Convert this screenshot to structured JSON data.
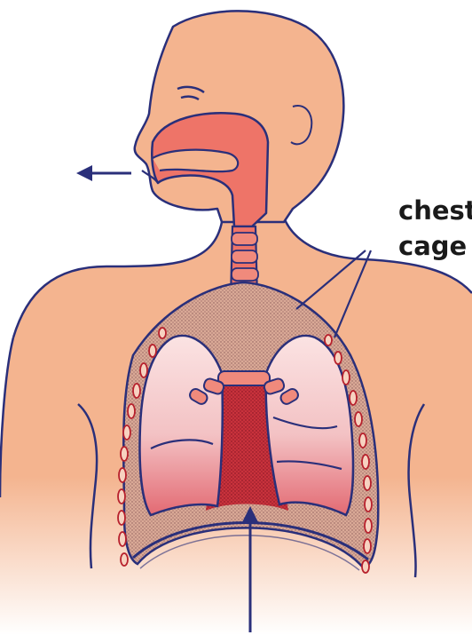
{
  "labels": {
    "line1": "chest",
    "line2": "cage"
  },
  "colors": {
    "skin": "#f4b48f",
    "outline": "#2a2f7a",
    "airway": "#ee7468",
    "lung_fill": "#f7cfd0",
    "lung_dark": "#b7202c",
    "chest_stipple": "#d7a892",
    "text": "#1a1a1a"
  },
  "arrows": {
    "exhale": "left",
    "diaphragm": "up"
  }
}
